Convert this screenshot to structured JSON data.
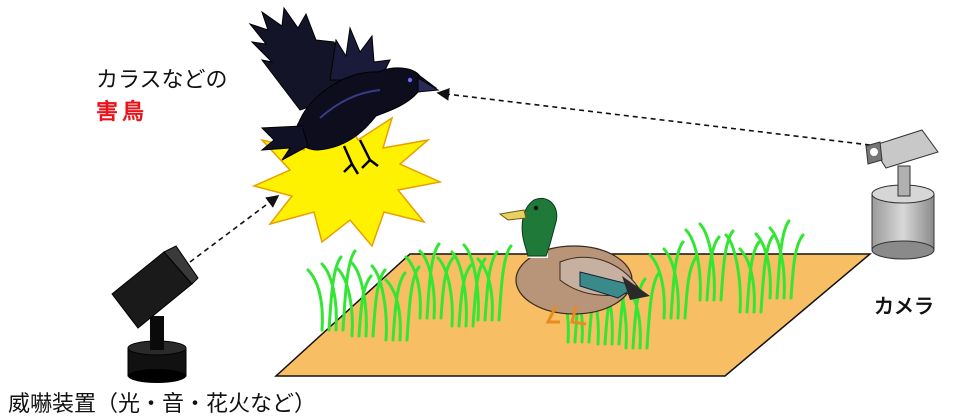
{
  "labels": {
    "bird_line1": "カラスなどの",
    "bird_line2": "害鳥",
    "camera": "カメラ",
    "deterrent": "威嚇装置（光・音・花火など）"
  },
  "colors": {
    "pest_text": "#e8141c",
    "field": "#f8be64",
    "rice": "#33e633",
    "flash_fill": "#fff200",
    "flash_stroke": "#e8a000"
  },
  "icons": [
    "crow-icon",
    "duck-icon",
    "camera-icon",
    "deterrent-device-icon",
    "flash-burst-icon",
    "rice-plant-icon"
  ]
}
